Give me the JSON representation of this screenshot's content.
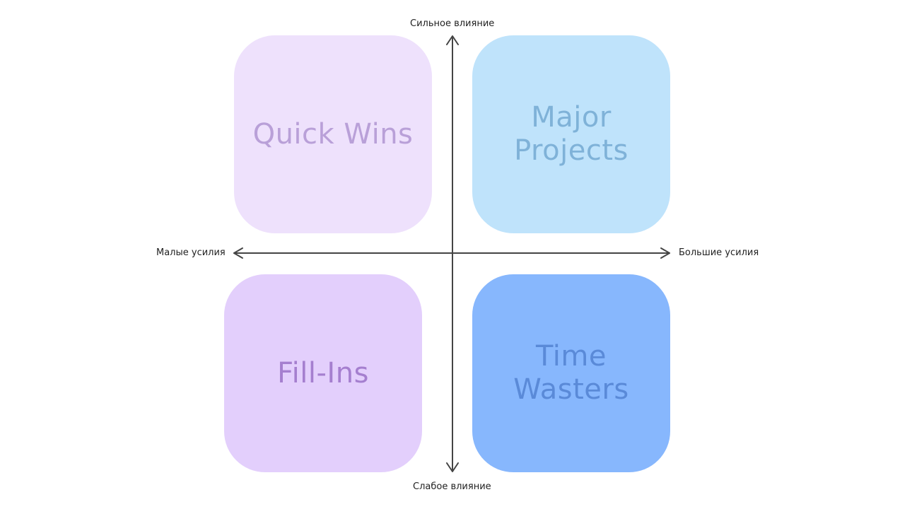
{
  "quadrants": {
    "top_left": {
      "label": "Quick Wins",
      "bg": "#eee1fc",
      "fg": "#b9a0d8"
    },
    "top_right": {
      "label": "Major Projects",
      "bg": "#bfe3fb",
      "fg": "#7fb2d8"
    },
    "bottom_left": {
      "label": "Fill-Ins",
      "bg": "#e3cffc",
      "fg": "#a57fcf"
    },
    "bottom_right": {
      "label": "Time Wasters",
      "bg": "#87b7fd",
      "fg": "#5a8ad8"
    }
  },
  "axes": {
    "top_label": "Сильное влияние",
    "bottom_label": "Слабое влияние",
    "left_label": "Малые усилия",
    "right_label": "Большие усилия",
    "color": "#444444"
  }
}
